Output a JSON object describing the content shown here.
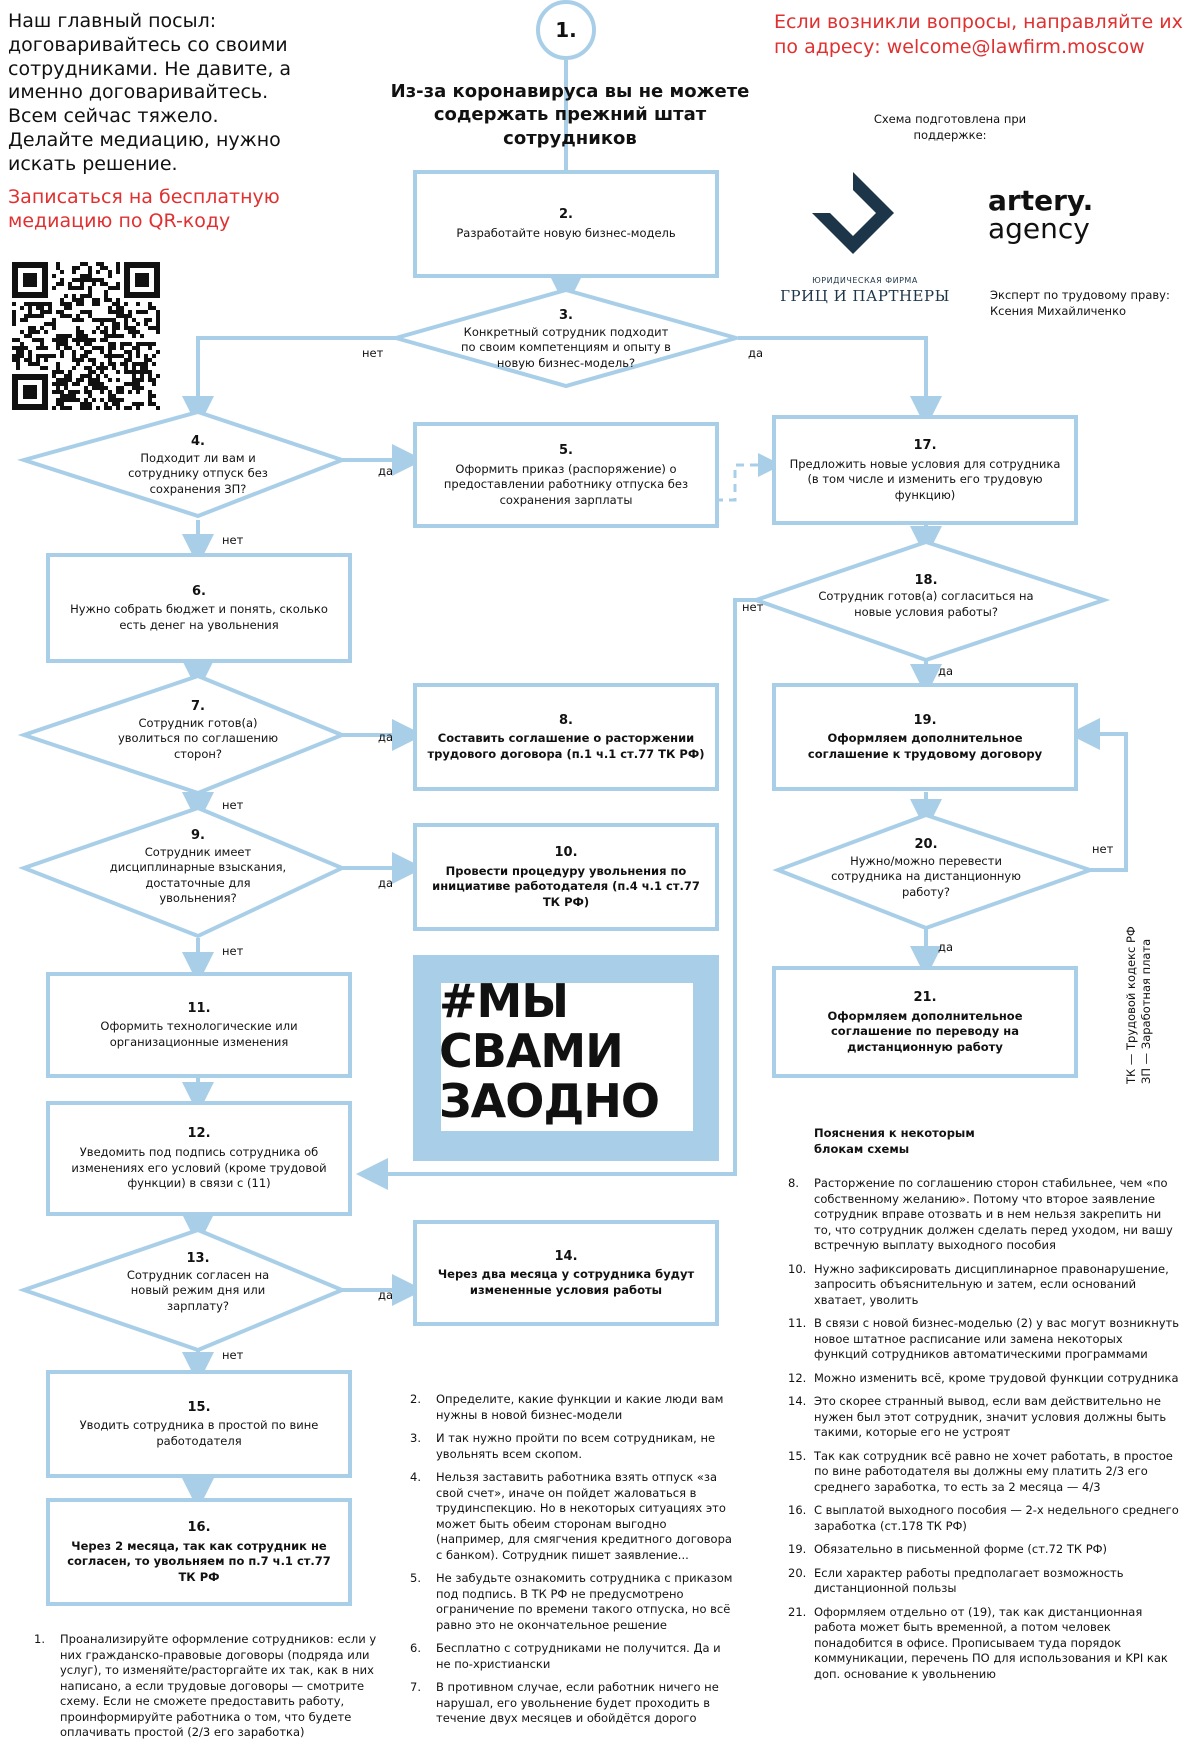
{
  "intro": {
    "message": "Наш главный посыл: договаривайтесь со своими сотрудниками. Не давите, а именно договаривайтесь. Всем сейчас тяжело. Делайте медиацию, нужно искать решение.",
    "signup": "Записаться на бесплатную медиацию по QR-коду"
  },
  "contact": "Если возникли вопросы, направляйте их по адресу: welcome@lawfirm.moscow",
  "title": {
    "num": "1.",
    "text": "Из-за коронавируса вы не можете содержать прежний штат сотрудников"
  },
  "support": {
    "heading": "Схема подготовлена при поддержке:",
    "firm_small": "ЮРИДИЧЕСКАЯ ФИРМА",
    "firm_name": "ГРИЦ И ПАРТНЕРЫ",
    "agency_line1": "artery.",
    "agency_line2": "agency",
    "expert": "Эксперт по трудовому праву: Ксения Михайличенко"
  },
  "nodes": {
    "n2": {
      "num": "2.",
      "text": "Разработайте новую бизнес-модель"
    },
    "n3": {
      "num": "3.",
      "text": "Конкретный сотрудник подходит по своим компетенциям и опыту в новую бизнес-модель?"
    },
    "n4": {
      "num": "4.",
      "text": "Подходит ли вам и сотруднику отпуск без сохранения ЗП?"
    },
    "n5": {
      "num": "5.",
      "text": "Оформить приказ (распоряжение) о предоставлении работнику отпуска без сохранения зарплаты"
    },
    "n6": {
      "num": "6.",
      "text": "Нужно собрать бюджет и понять, сколько есть денег на увольнения"
    },
    "n7": {
      "num": "7.",
      "text": "Сотрудник готов(а) уволиться по соглашению сторон?"
    },
    "n8": {
      "num": "8.",
      "text": "Составить соглашение о расторжении трудового договора (п.1 ч.1 ст.77 ТК РФ)"
    },
    "n9": {
      "num": "9.",
      "text": "Сотрудник имеет дисциплинарные взыскания, достаточные для увольнения?"
    },
    "n10": {
      "num": "10.",
      "text": "Провести процедуру увольнения по инициативе работодателя (п.4 ч.1 ст.77 ТК РФ)"
    },
    "n11": {
      "num": "11.",
      "text": "Оформить технологические или организационные изменения"
    },
    "n12": {
      "num": "12.",
      "text": "Уведомить под подпись сотрудника об изменениях его условий (кроме трудовой функции) в связи с (11)"
    },
    "n13": {
      "num": "13.",
      "text": "Сотрудник согласен на новый режим дня или зарплату?"
    },
    "n14": {
      "num": "14.",
      "text": "Через два месяца у сотрудника будут измененные условия работы"
    },
    "n15": {
      "num": "15.",
      "text": "Уводить сотрудника в простой по вине работодателя"
    },
    "n16": {
      "num": "16.",
      "text": "Через 2 месяца, так как сотрудник не согласен, то увольняем по п.7 ч.1 ст.77 ТК РФ"
    },
    "n17": {
      "num": "17.",
      "text": "Предложить новые условия для сотрудника (в том числе и изменить его трудовую функцию)"
    },
    "n18": {
      "num": "18.",
      "text": "Сотрудник готов(а) согласиться на новые условия работы?"
    },
    "n19": {
      "num": "19.",
      "text": "Оформляем дополнительное соглашение к трудовому договору"
    },
    "n20": {
      "num": "20.",
      "text": "Нужно/можно перевести сотрудника на дистанционную работу?"
    },
    "n21": {
      "num": "21.",
      "text": "Оформляем дополнительное соглашение по переводу на дистанционную работу"
    }
  },
  "labels": {
    "yes": "да",
    "no": "нет"
  },
  "banner": {
    "line1": "#МЫ",
    "line2": "СВАМИ",
    "line3": "ЗАОДНО"
  },
  "legend": {
    "line1": "ТК — Трудовой кодекс РФ",
    "line2": "ЗП — Заработная плата"
  },
  "notes_heading": "Пояснения к некоторым блокам схемы",
  "notes_right": [
    {
      "n": "8.",
      "t": "Расторжение по соглашению сторон стабильнее, чем «по собственному желанию». Потому что второе заявление сотрудник вправе отозвать и в нем нельзя закрепить ни то, что сотрудник должен сделать перед уходом, ни вашу встречную выплату выходного пособия"
    },
    {
      "n": "10.",
      "t": "Нужно зафиксировать дисциплинарное правонарушение, запросить объяснительную и затем, если оснований хватает, уволить"
    },
    {
      "n": "11.",
      "t": "В связи с новой бизнес-моделью (2) у вас могут возникнуть новое штатное расписание или замена некоторых функций сотрудников автоматическими программами"
    },
    {
      "n": "12.",
      "t": "Можно изменить всё, кроме трудовой функции сотрудника"
    },
    {
      "n": "14.",
      "t": "Это скорее странный вывод, если вам действительно не нужен был этот сотрудник, значит условия должны быть такими, которые его не устроят"
    },
    {
      "n": "15.",
      "t": "Так как сотрудник всё равно не хочет работать, в простое по вине работодателя вы должны ему платить 2/3 его среднего заработка, то есть за 2 месяца — 4/3"
    },
    {
      "n": "16.",
      "t": "С выплатой выходного пособия — 2-х недельного среднего заработка (ст.178 ТК РФ)"
    },
    {
      "n": "19.",
      "t": "Обязательно в письменной форме (ст.72 ТК РФ)"
    },
    {
      "n": "20.",
      "t": "Если характер работы предполагает возможность дистанционной пользы"
    },
    {
      "n": "21.",
      "t": "Оформляем отдельно от (19), так как дистанционная работа может быть временной, а потом человек понадобится в офисе. Прописываем туда порядок коммуникации, перечень ПО для использования и KPI как доп. основание к увольнению"
    }
  ],
  "notes_middle": [
    {
      "n": "2.",
      "t": "Определите, какие функции и какие люди вам нужны в новой бизнес-модели"
    },
    {
      "n": "3.",
      "t": "И так нужно пройти по всем сотрудникам, не увольнять всем скопом."
    },
    {
      "n": "4.",
      "t": "Нельзя заставить работника взять отпуск «за свой счет», иначе он пойдет жаловаться в трудинспекцию. Но в некоторых ситуациях это может быть обеим сторонам выгодно (например, для смягчения кредитного договора с банком). Сотрудник пишет заявление..."
    },
    {
      "n": "5.",
      "t": "Не забудьте ознакомить сотрудника с приказом под подпись. В ТК РФ не предусмотрено ограничение по времени такого отпуска, но всё равно это не окончательное решение"
    },
    {
      "n": "6.",
      "t": "Бесплатно с сотрудниками не получится. Да и не по-христиански"
    },
    {
      "n": "7.",
      "t": "В противном случае, если работник ничего не нарушал, его увольнение будет проходить в течение двух месяцев и обойдётся дорого"
    }
  ],
  "notes_left": [
    {
      "n": "1.",
      "t": "Проанализируйте оформление сотрудников: если у них гражданско-правовые договоры (подряда или услуг), то изменяйте/расторгайте их так, как в них написано, а если трудовые договоры — смотрите схему. Если не сможете предоставить работу, проинформируйте работника о том, что будете оплачивать простой (2/3 его заработка)"
    }
  ],
  "colors": {
    "line": "#a9cfe8",
    "accent": "#e03030",
    "banner_bg": "#a9cfe8",
    "logo": "#1d3548"
  }
}
